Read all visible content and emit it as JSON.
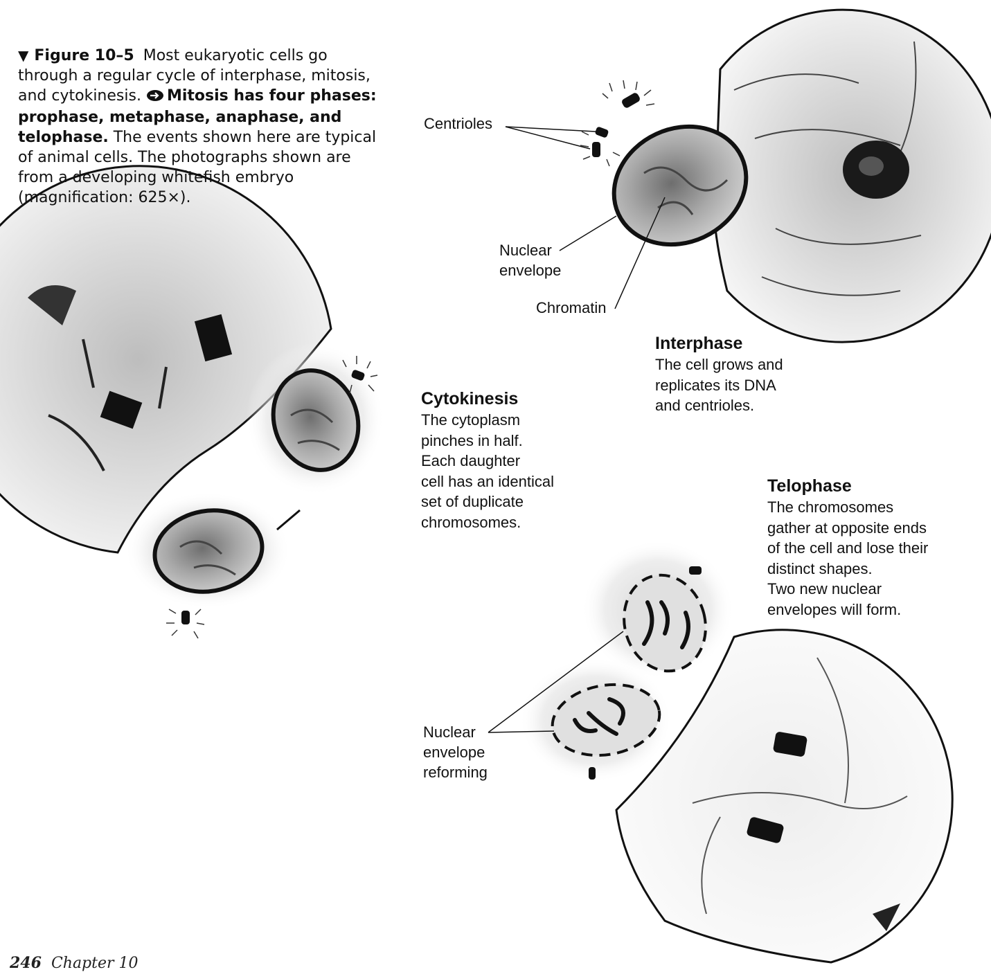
{
  "caption": {
    "figure_label": "Figure 10–5",
    "text_intro": "Most eukaryotic cells go through a regular cycle of interphase, mitosis, and cytokinesis.",
    "key_concept": "Mitosis has four phases: prophase, metaphase, anaphase, and telophase.",
    "text_rest": "The events shown here are typical of animal cells. The photographs shown are from a developing whitefish embryo (magnification: 625×)."
  },
  "labels": {
    "centrioles": "Centrioles",
    "nuclear_envelope": "Nuclear\nenvelope",
    "chromatin": "Chromatin",
    "nuclear_envelope_reforming": "Nuclear\nenvelope\nreforming"
  },
  "phases": {
    "interphase": {
      "title": "Interphase",
      "description": "The cell grows and\nreplicates its DNA\nand centrioles."
    },
    "cytokinesis": {
      "title": "Cytokinesis",
      "description": "The cytoplasm\npinches in half.\nEach daughter\ncell has an identical\nset of duplicate\nchromosomes."
    },
    "telophase": {
      "title": "Telophase",
      "description": "The chromosomes\ngather at opposite ends\nof the cell and lose their\ndistinct shapes.\nTwo new nuclear\nenvelopes will form."
    }
  },
  "footer": {
    "page_number": "246",
    "chapter": "Chapter 10"
  }
}
